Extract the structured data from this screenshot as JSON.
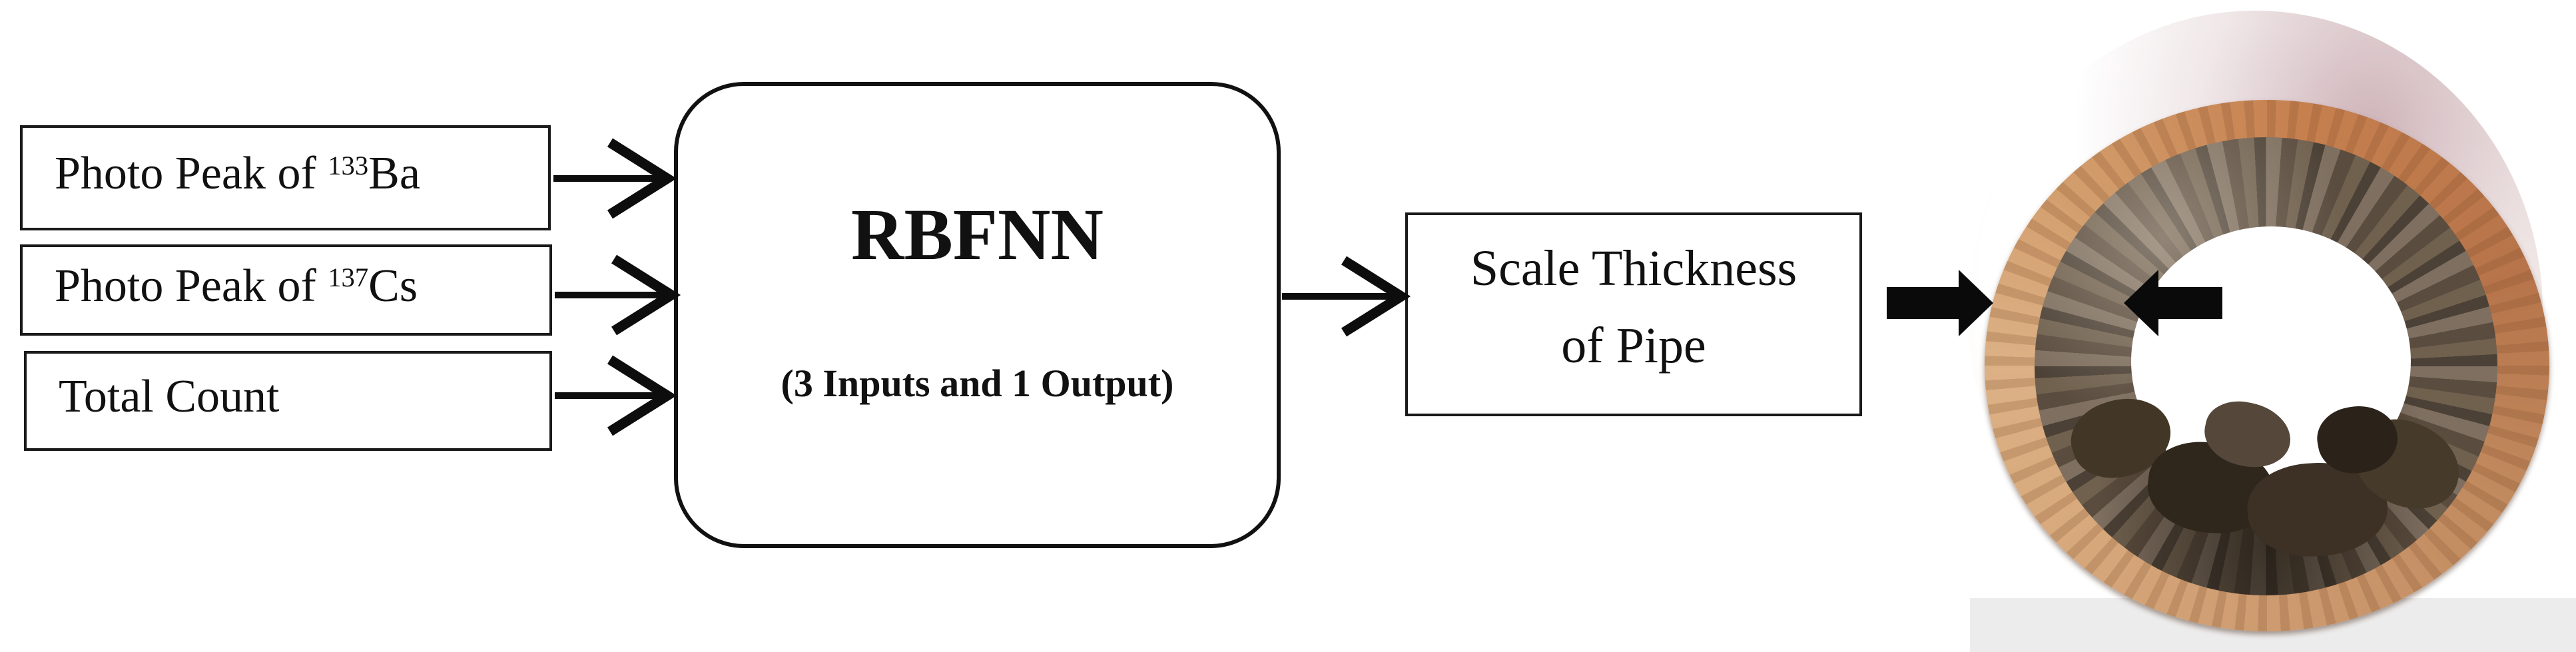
{
  "page": {
    "background": "#ffffff",
    "arrow_color": "#0d0d0d"
  },
  "flow": {
    "inputs": [
      {
        "prefix": "Photo Peak of ",
        "isotope_mass": "133",
        "isotope_symbol": "Ba"
      },
      {
        "prefix": "Photo Peak of ",
        "isotope_mass": "137",
        "isotope_symbol": "Cs"
      },
      {
        "prefix": "Total Count",
        "isotope_mass": "",
        "isotope_symbol": ""
      }
    ],
    "model": {
      "title": "RBFNN",
      "subtitle": "(3 Inputs and 1 Output)"
    },
    "result": {
      "line1": "Scale Thickness",
      "line2": "of Pipe"
    }
  },
  "photo": {
    "alt": "Cross-section photograph of a corroded pipe with internal scale deposit",
    "colors": {
      "rim_tan": "#d2a173",
      "rim_orange": "#c07c4b",
      "scale_dark": "#4c4136",
      "scale_light": "#7e6f60",
      "deposit_black": "#30271c",
      "bore_white": "#ffffff",
      "body_white": "#fbf9f7",
      "pink_tint": "#c2a0a6",
      "background_strip": "#edecec"
    }
  }
}
